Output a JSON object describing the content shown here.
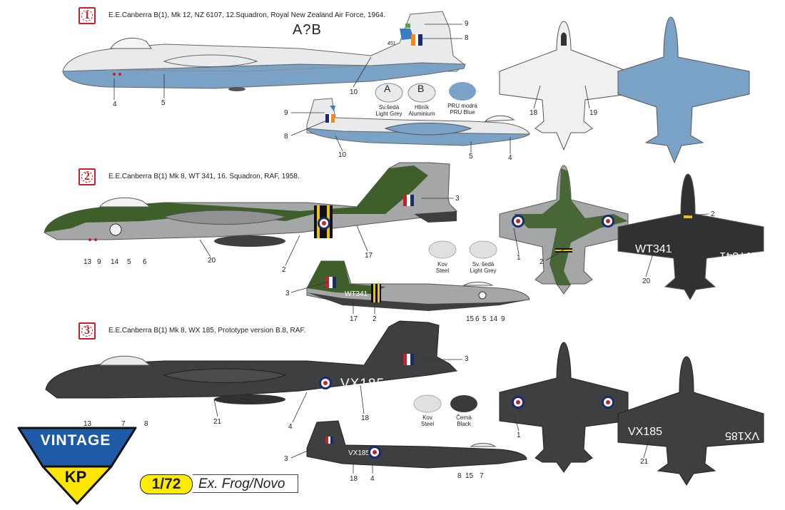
{
  "schemes": [
    {
      "badge": "1",
      "caption": "E.E.Canberra B(1), Mk 12, NZ 6107, 12.Squadron, Royal New Zealand Air Force, 1964.",
      "code_letters": "A?B",
      "serial": "451",
      "colors": [
        {
          "letter": "A",
          "cz": "Sv.šedá",
          "en": "Light Grey",
          "hex": "#e8e8e8"
        },
        {
          "letter": "B",
          "cz": "Hliník",
          "en": "Aluminium",
          "hex": "#e8e8e8"
        },
        {
          "letter": "",
          "cz": "PRU modrá",
          "en": "PRU Blue",
          "hex": "#7aa1c6"
        }
      ],
      "callouts_side": [
        "9",
        "8",
        "10",
        "4",
        "5"
      ],
      "callouts_side2": [
        "9",
        "8",
        "10",
        "5",
        "4"
      ],
      "callouts_top": [
        "18",
        "19"
      ]
    },
    {
      "badge": "2",
      "caption": "E.E.Canberra B(1) Mk 8,  WT 341, 16. Squadron, RAF, 1958.",
      "serial": "WT341",
      "colors": [
        {
          "cz": "Kov",
          "en": "Steel",
          "hex": "#e0e0e0"
        },
        {
          "cz": "Sv. šedá",
          "en": "Light Grey",
          "hex": "#e0e0e0"
        }
      ],
      "callouts_side": [
        "3",
        "2",
        "17",
        "20",
        "13",
        "9",
        "14",
        "5",
        "6"
      ],
      "callouts_side2": [
        "3",
        "17",
        "2",
        "15",
        "6",
        "5",
        "14",
        "9"
      ],
      "callouts_top": [
        "1",
        "2",
        "2",
        "20"
      ]
    },
    {
      "badge": "3",
      "caption": "E.E.Canberra B(1) Mk 8,  WX 185, Prototype version B.8, RAF.",
      "serial": "VX185",
      "colors": [
        {
          "cz": "Kov",
          "en": "Steel",
          "hex": "#e0e0e0"
        },
        {
          "cz": "Černá",
          "en": "Black",
          "hex": "#3a3a3a"
        }
      ],
      "callouts_side": [
        "3",
        "18",
        "4",
        "21",
        "13",
        "7",
        "8"
      ],
      "callouts_side2": [
        "3",
        "18",
        "4",
        "8",
        "15",
        "7"
      ],
      "callouts_top": [
        "1",
        "21"
      ]
    }
  ],
  "logo": {
    "top": "VINTAGE",
    "bottom": "KP",
    "colors": {
      "blue": "#1f5aa6",
      "yellow": "#ffe600"
    }
  },
  "scale": "1/72",
  "origin": "Ex. Frog/Novo",
  "colors": {
    "pru_blue": "#7aa1c6",
    "light_grey": "#e9eaec",
    "dark_green": "#3f5f2a",
    "dark_grey": "#3d3f40",
    "accent_red": "#c8202a"
  }
}
